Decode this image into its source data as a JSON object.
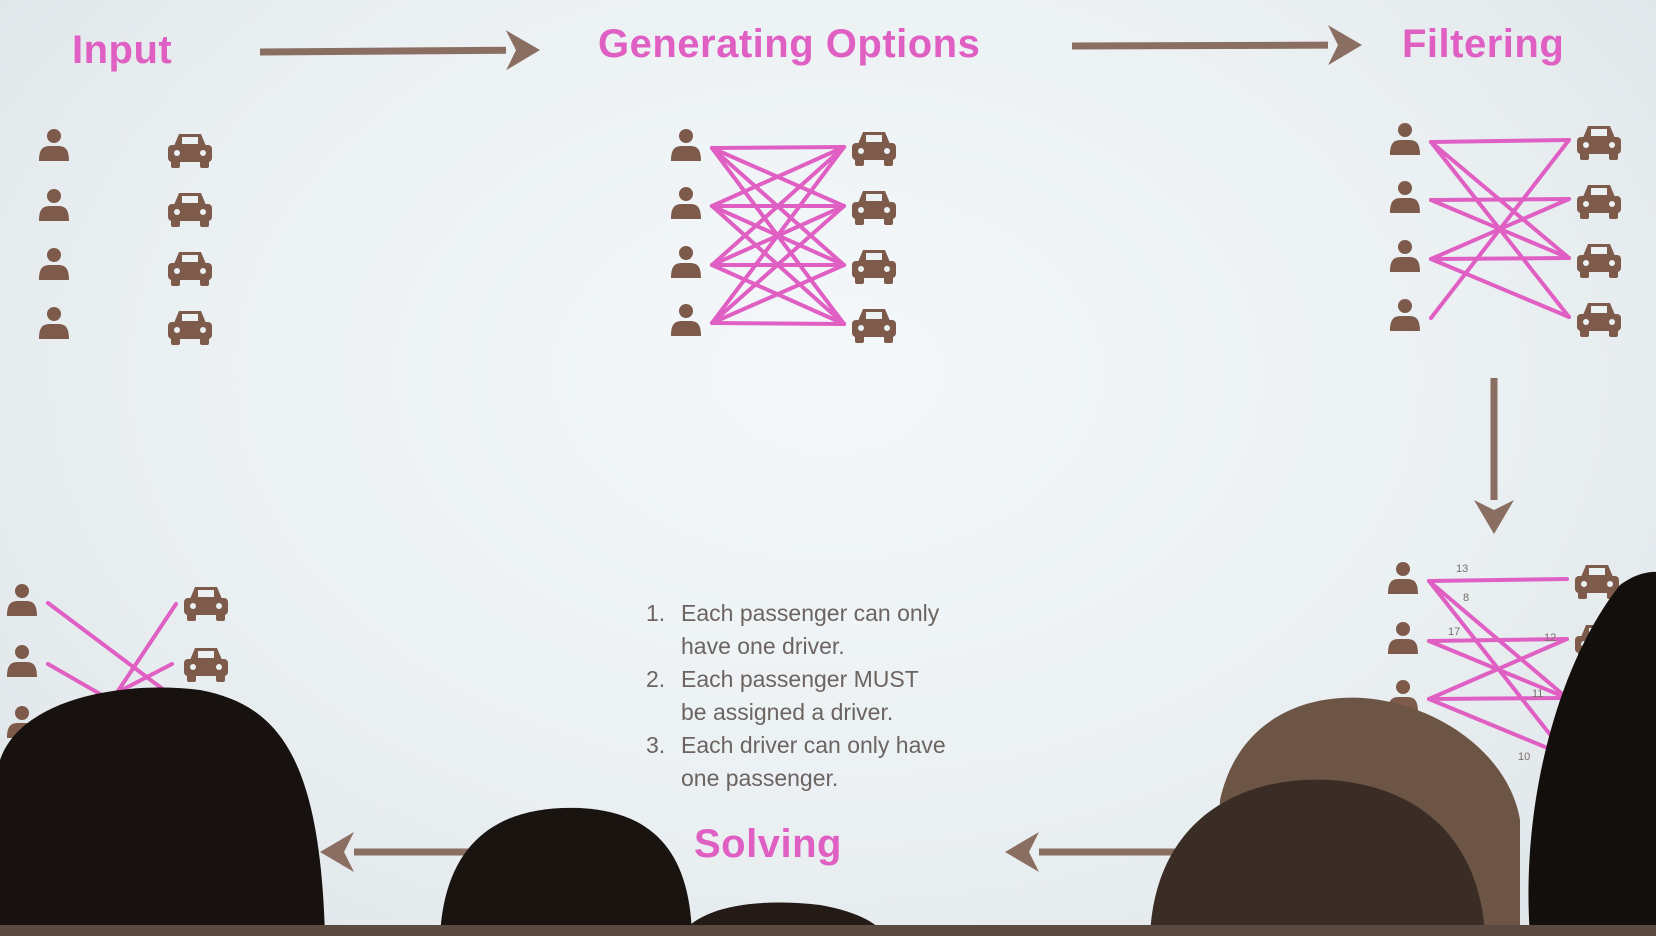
{
  "stages": {
    "input": "Input",
    "generating": "Generating Options",
    "filtering": "Filtering",
    "solving": "Solving"
  },
  "rules": [
    {
      "number": "1.",
      "text": "Each passenger can only have one driver."
    },
    {
      "number": "2.",
      "text": "Each passenger MUST be assigned a driver."
    },
    {
      "number": "3.",
      "text": "Each driver can only have one passenger."
    }
  ],
  "edge_weights": [
    "13",
    "8",
    "17",
    "12",
    "11",
    "13",
    "10"
  ],
  "icons": {
    "passenger": "person-icon",
    "driver": "car-icon",
    "flow": "arrow-icon"
  },
  "colors": {
    "accent": "#e05fc3",
    "icon": "#7d5a4a",
    "arrow": "#8b6e62",
    "text": "#6b6461"
  }
}
